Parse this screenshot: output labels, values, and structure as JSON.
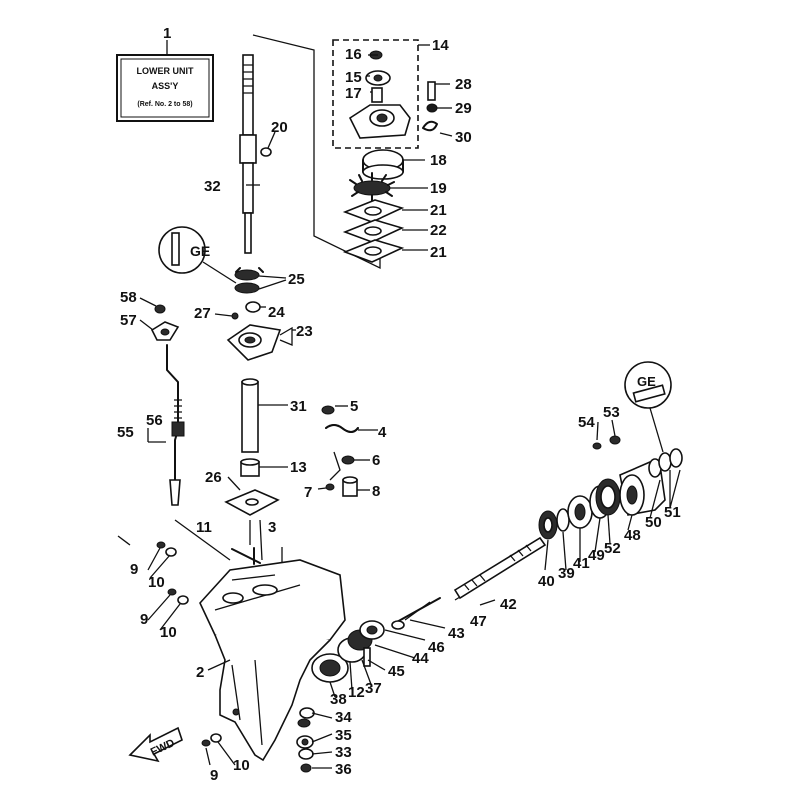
{
  "label_box": {
    "line1": "LOWER UNIT",
    "line2": "ASS'Y",
    "line3": "(Ref. No. 2 to 58)"
  },
  "fwd_label": "FWD",
  "kit_marks": [
    "GE",
    "GE"
  ],
  "callouts": {
    "c1": "1",
    "c2": "2",
    "c3": "3",
    "c4": "4",
    "c5": "5",
    "c6": "6",
    "c7": "7",
    "c8": "8",
    "c9a": "9",
    "c9b": "9",
    "c9c": "9",
    "c10a": "10",
    "c10b": "10",
    "c10c": "10",
    "c11": "11",
    "c12": "12",
    "c13": "13",
    "c14": "14",
    "c15": "15",
    "c16": "16",
    "c17": "17",
    "c18": "18",
    "c19": "19",
    "c20": "20",
    "c21a": "21",
    "c21b": "21",
    "c22": "22",
    "c23": "23",
    "c24": "24",
    "c25": "25",
    "c26": "26",
    "c27": "27",
    "c28": "28",
    "c29": "29",
    "c30": "30",
    "c31": "31",
    "c32": "32",
    "c33": "33",
    "c34": "34",
    "c35": "35",
    "c36": "36",
    "c37": "37",
    "c38": "38",
    "c39": "39",
    "c40": "40",
    "c41": "41",
    "c42": "42",
    "c43": "43",
    "c44": "44",
    "c45": "45",
    "c46": "46",
    "c47": "47",
    "c48": "48",
    "c49": "49",
    "c50": "50",
    "c51": "51",
    "c52": "52",
    "c53": "53",
    "c54": "54",
    "c55": "55",
    "c56": "56",
    "c57": "57",
    "c58": "58"
  }
}
